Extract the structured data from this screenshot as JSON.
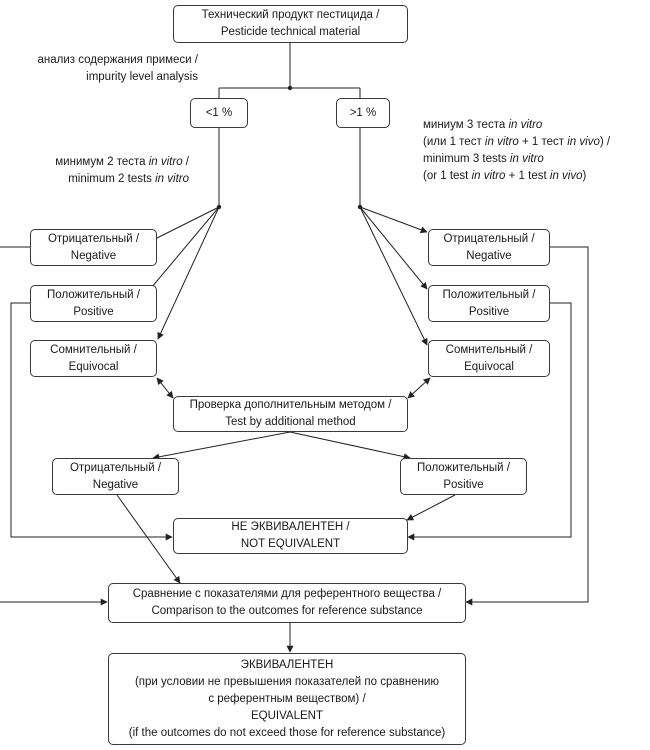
{
  "nodes": {
    "start": {
      "l1": "Технический продукт пестицида /",
      "l2": "Pesticide technical material"
    },
    "lt1": {
      "label": "<1 %"
    },
    "gt1": {
      "label": ">1 %"
    },
    "l_neg": {
      "l1": "Отрицательный /",
      "l2": "Negative"
    },
    "l_pos": {
      "l1": "Положительный /",
      "l2": "Positive"
    },
    "l_equ": {
      "l1": "Сомнительный /",
      "l2": "Equivocal"
    },
    "r_neg": {
      "l1": "Отрицательный /",
      "l2": "Negative"
    },
    "r_pos": {
      "l1": "Положительный /",
      "l2": "Positive"
    },
    "r_equ": {
      "l1": "Сомнительный /",
      "l2": "Equivocal"
    },
    "additional": {
      "l1": "Проверка дополнительным методом /",
      "l2": "Test by additional method"
    },
    "add_neg": {
      "l1": "Отрицательный /",
      "l2": "Negative"
    },
    "add_pos": {
      "l1": "Положительный /",
      "l2": "Positive"
    },
    "not_equiv": {
      "l1": "НЕ ЭКВИВАЛЕНТЕН /",
      "l2": "NOT EQUIVALENT"
    },
    "compare": {
      "l1": "Сравнение с показателями для референтного вещества /",
      "l2": "Comparison to the outcomes for reference substance"
    },
    "equiv": {
      "l1": "ЭКВИВАЛЕНТЕН",
      "l2": "(при условии не превышения показателей по сравнению",
      "l3": "с референтным веществом) /",
      "l4": "EQUIVALENT",
      "l5": "(if the outcomes do not exceed those for reference substance)"
    }
  },
  "notes": {
    "impurity": {
      "l1": "анализ содержания примеси /",
      "l2": "impurity level analysis"
    },
    "left_tests": {
      "l1a": "минимум 2 теста ",
      "l1i": "in vitro",
      "l1b": " /",
      "l2a": "minimum 2 tests ",
      "l2i": "in vitro"
    },
    "right_tests": {
      "l1a": "миниум 3 теста ",
      "l1i": "in vitro",
      "l2a": "(или 1 тест ",
      "l2i1": "in vitro",
      "l2b": " + 1 тест ",
      "l2i2": "in vivo",
      "l2c": ") /",
      "l3a": "minimum 3 tests ",
      "l3i": "in vitro",
      "l4a": "(or 1 test ",
      "l4i1": "in vitro",
      "l4b": " + 1 test ",
      "l4i2": "in vivo",
      "l4c": ")"
    }
  }
}
